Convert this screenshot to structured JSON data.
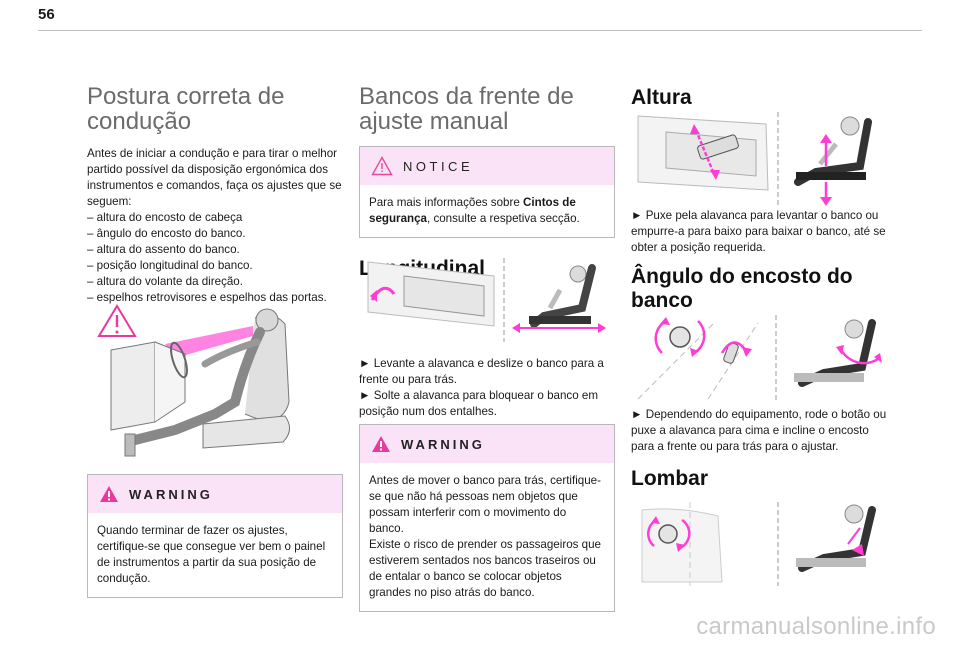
{
  "page": {
    "number": "56"
  },
  "col1": {
    "title": "Postura correta de condução",
    "intro": "Antes de iniciar a condução e para tirar o melhor partido possível da disposição ergonómica dos instrumentos e comandos, faça os ajustes que se seguem:",
    "list": [
      "– altura do encosto de cabeça",
      "– ângulo do encosto do banco.",
      "– altura do assento do banco.",
      "– posição longitudinal do banco.",
      "– altura do volante da direção.",
      "– espelhos retrovisores e espelhos das portas."
    ],
    "warning": {
      "title": "WARNING",
      "text": "Quando terminar de fazer os ajustes, certifique-se que consegue ver bem o painel de instrumentos a partir da sua posição de condução."
    }
  },
  "col2": {
    "title": "Bancos da frente de ajuste manual",
    "notice": {
      "title": "NOTICE",
      "text_pre": "Para mais informações sobre ",
      "text_bold": "Cintos de segurança",
      "text_post": ", consulte a respetiva secção."
    },
    "longitudinal": {
      "title": "Longitudinal",
      "step1": "► Levante a alavanca e deslize o banco para a frente ou para trás.",
      "step2": "► Solte a alavanca para bloquear o banco em posição num dos entalhes."
    },
    "warning": {
      "title": "WARNING",
      "text1": "Antes de mover o banco para trás, certifique-se que não há pessoas nem objetos que possam interferir com o movimento do banco.",
      "text2": "Existe o risco de prender os passageiros que estiverem sentados nos bancos traseiros ou de entalar o banco se colocar objetos grandes no piso atrás do banco."
    }
  },
  "col3": {
    "altura": {
      "title": "Altura",
      "text": "► Puxe pela alavanca para levantar o banco ou empurre-a para baixo para baixar o banco, até se obter a posição requerida."
    },
    "angulo": {
      "title": "Ângulo do encosto do banco",
      "text": "► Dependendo do equipamento, rode o botão ou puxe a alavanca para cima e incline o encosto para a frente ou para trás para o ajustar."
    },
    "lombar": {
      "title": "Lombar"
    }
  },
  "watermark": "carmanualsonline.info",
  "colors": {
    "accent": "#ff3dd6",
    "box_header": "#fbe3f7",
    "warning": "#e83a9e",
    "notice": "#e6489b"
  }
}
